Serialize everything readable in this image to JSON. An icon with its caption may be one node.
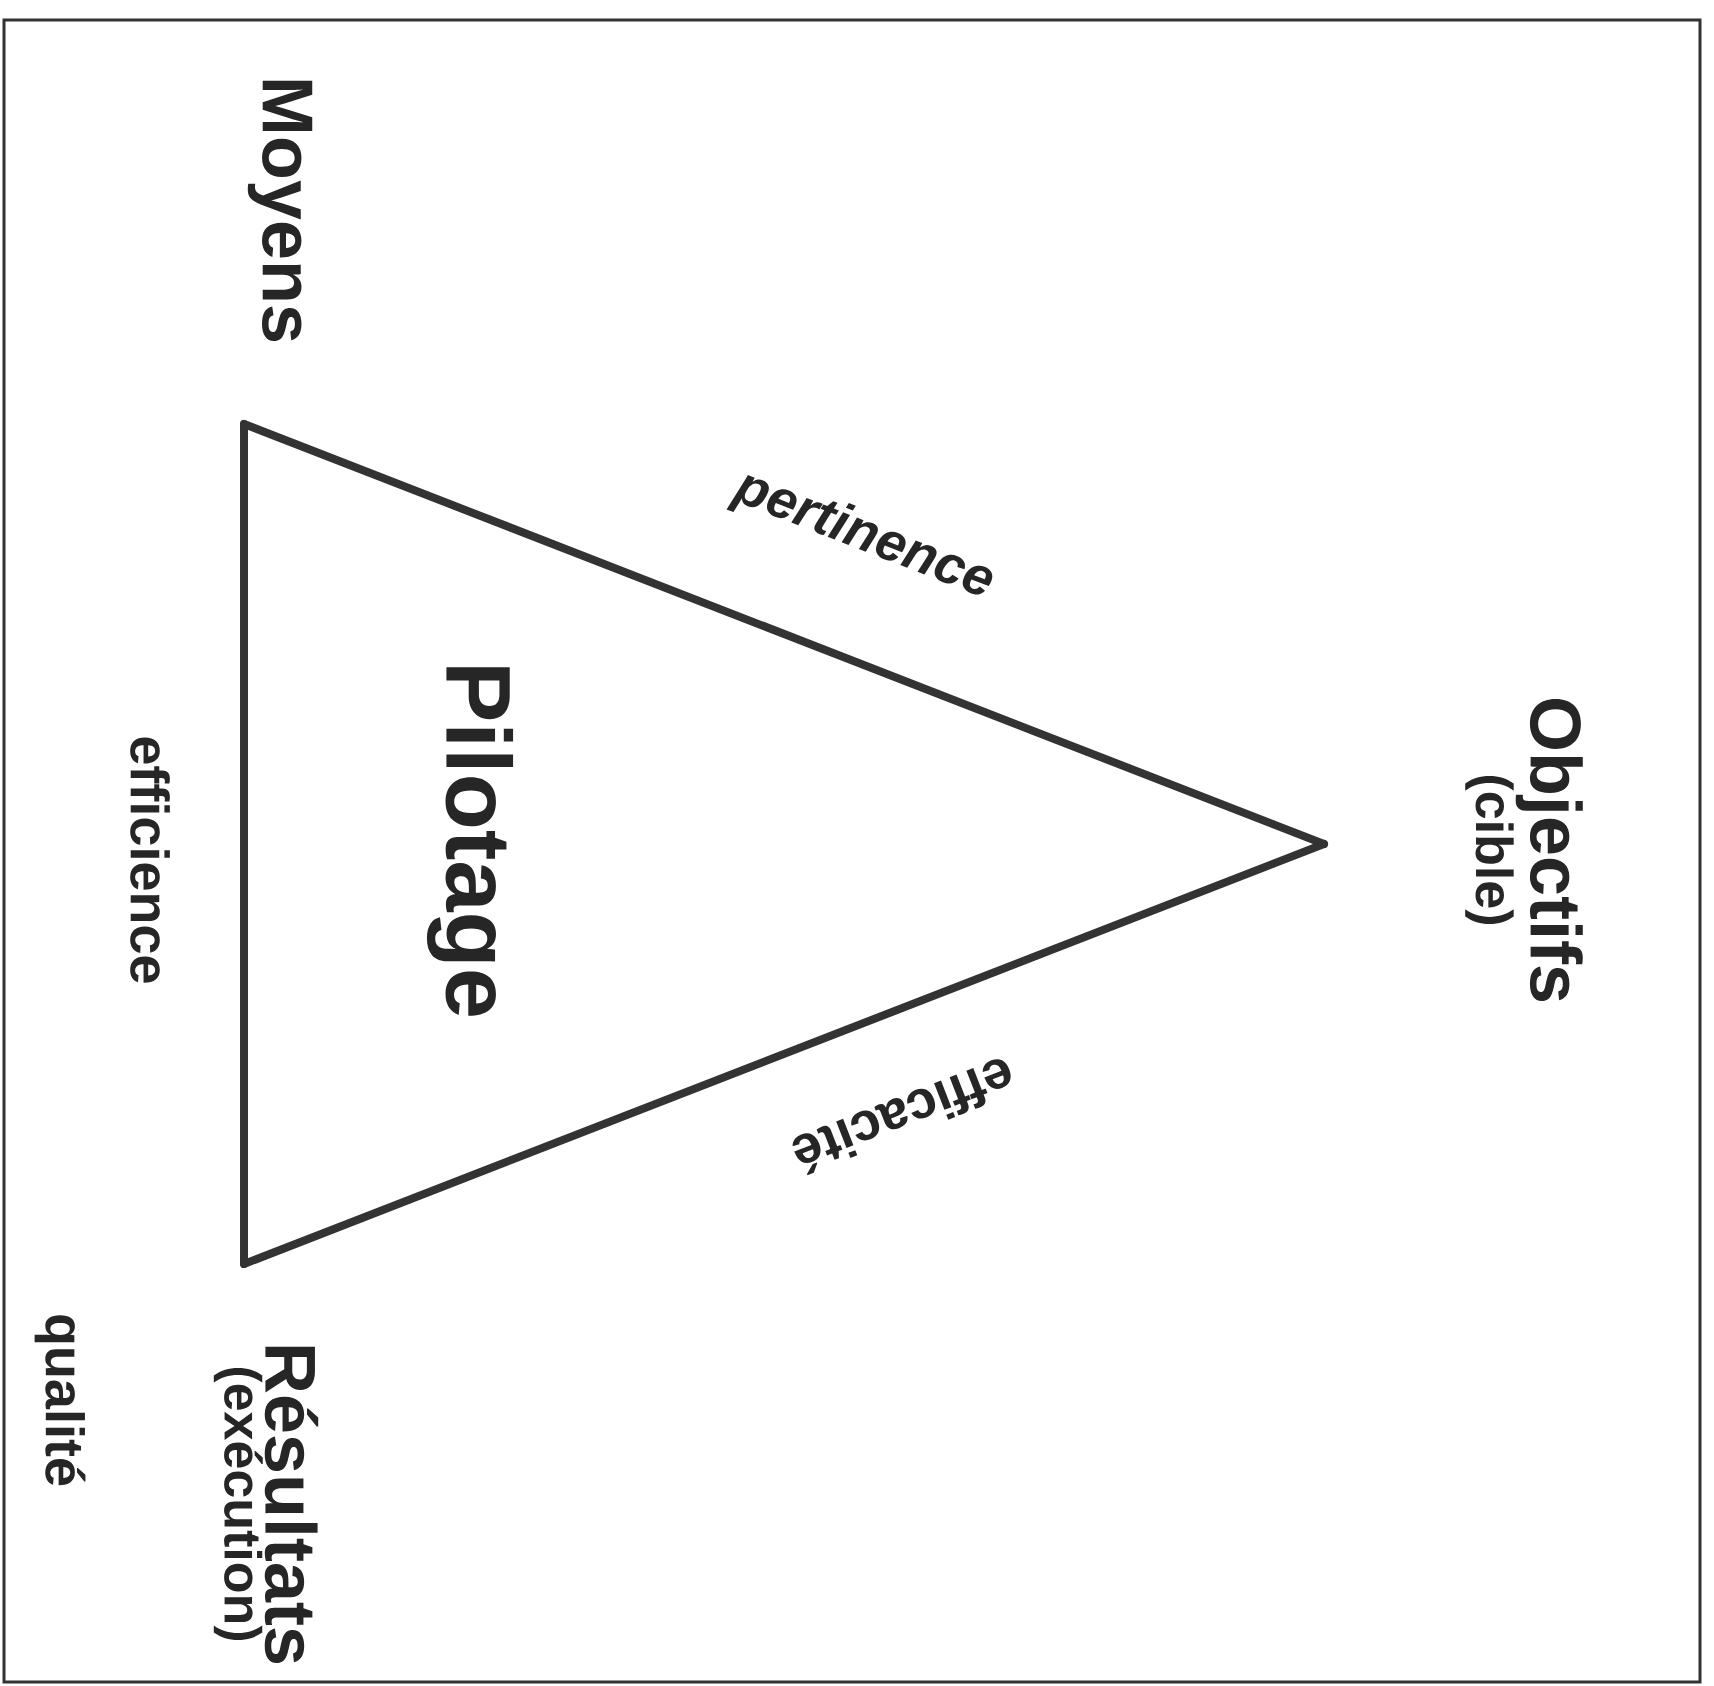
{
  "diagram": {
    "nodes": [
      {
        "text": [
          "Moyens"
        ]
      },
      {
        "text": [
          "Objectifs",
          "(cible)"
        ]
      },
      {
        "text": [
          "Résultats",
          "(exécution)"
        ]
      }
    ],
    "edges": [
      {
        "from": 0,
        "to": 1,
        "arrow": "none",
        "label": "pertinence"
      },
      {
        "from": 1,
        "to": 2,
        "arrow": "none",
        "label": "efficacité"
      },
      {
        "from": 2,
        "to": 0,
        "arrow": "none",
        "label": "efficience"
      }
    ],
    "labels": [
      "Pilotage",
      "qualité"
    ]
  }
}
